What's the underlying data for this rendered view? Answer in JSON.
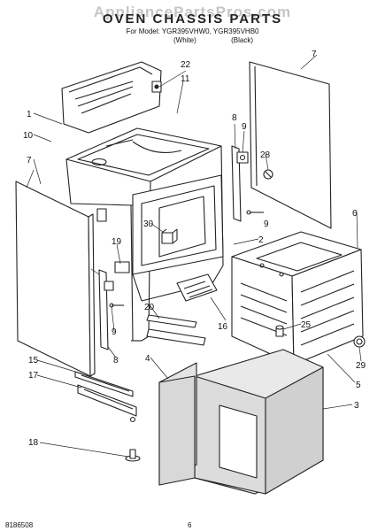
{
  "header": {
    "watermark": "AppliancePartsPros.com",
    "title": "OVEN CHASSIS PARTS",
    "model_line": "For Model: YGR395VHW0, YGR395VHB0",
    "variant_white": "(White)",
    "variant_black": "(Black)"
  },
  "callouts": [
    "1",
    "10",
    "7",
    "22",
    "11",
    "8",
    "9",
    "28",
    "30",
    "2",
    "7",
    "19",
    "9",
    "6",
    "20",
    "16",
    "25",
    "9",
    "8",
    "15",
    "17",
    "4",
    "29",
    "5",
    "3",
    "18"
  ],
  "footer": {
    "part_number": "8186508",
    "page": "6"
  }
}
